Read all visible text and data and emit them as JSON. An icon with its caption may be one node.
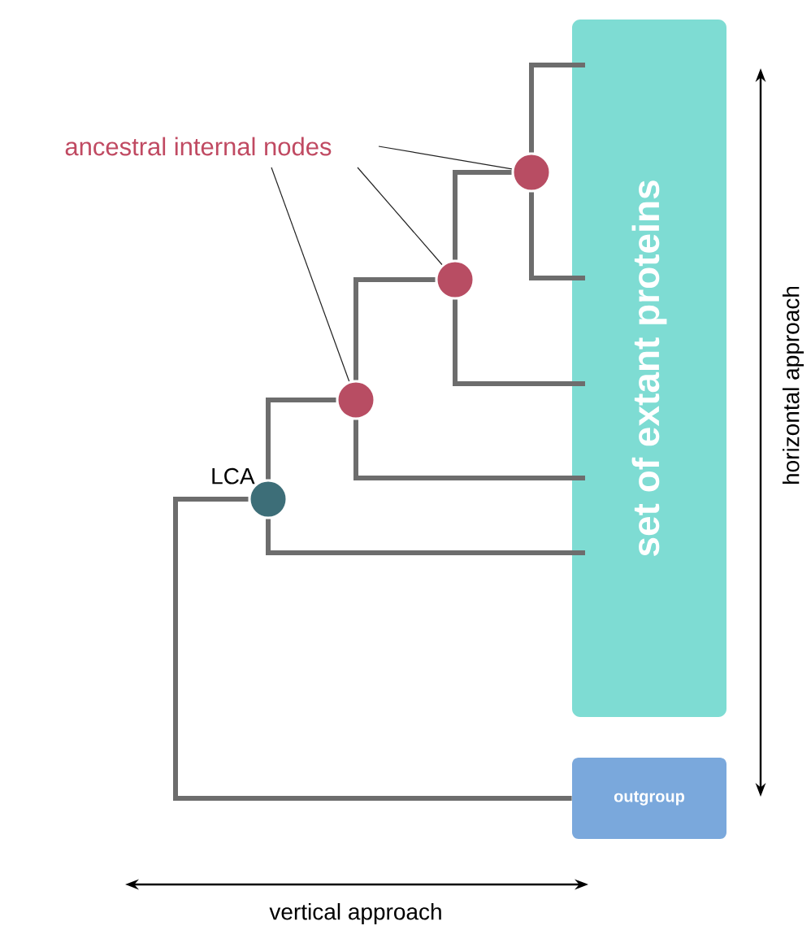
{
  "diagram": {
    "nodes": [
      {
        "text": [
          "set of extant proteins"
        ]
      },
      {
        "text": [
          "outgroup"
        ]
      },
      {
        "text": [],
        "shape": "circle",
        "beside": [
          "LCA"
        ]
      },
      {
        "text": [],
        "shape": "circle"
      },
      {
        "text": [],
        "shape": "circle"
      },
      {
        "text": [],
        "shape": "circle"
      },
      {
        "text": [
          "ancestral internal nodes"
        ]
      }
    ],
    "edges": [
      {
        "from": 2,
        "to": 3,
        "arrow": "none"
      },
      {
        "from": 3,
        "to": 4,
        "arrow": "none"
      },
      {
        "from": 4,
        "to": 5,
        "arrow": "none"
      },
      {
        "from": 5,
        "to": 0,
        "arrow": "none"
      },
      {
        "from": 5,
        "to": 0,
        "arrow": "none"
      },
      {
        "from": 4,
        "to": 0,
        "arrow": "none"
      },
      {
        "from": 3,
        "to": 0,
        "arrow": "none"
      },
      {
        "from": 2,
        "to": 0,
        "arrow": "none"
      },
      {
        "from": 2,
        "to": 1,
        "arrow": "none"
      },
      {
        "from": 6,
        "to": 5,
        "arrow": "none",
        "color": "#222222"
      },
      {
        "from": 6,
        "to": 4,
        "arrow": "none",
        "color": "#222222"
      },
      {
        "from": 6,
        "to": 3,
        "arrow": "none",
        "color": "#222222"
      }
    ],
    "labels": [
      "horizontal approach",
      "vertical approach"
    ]
  }
}
